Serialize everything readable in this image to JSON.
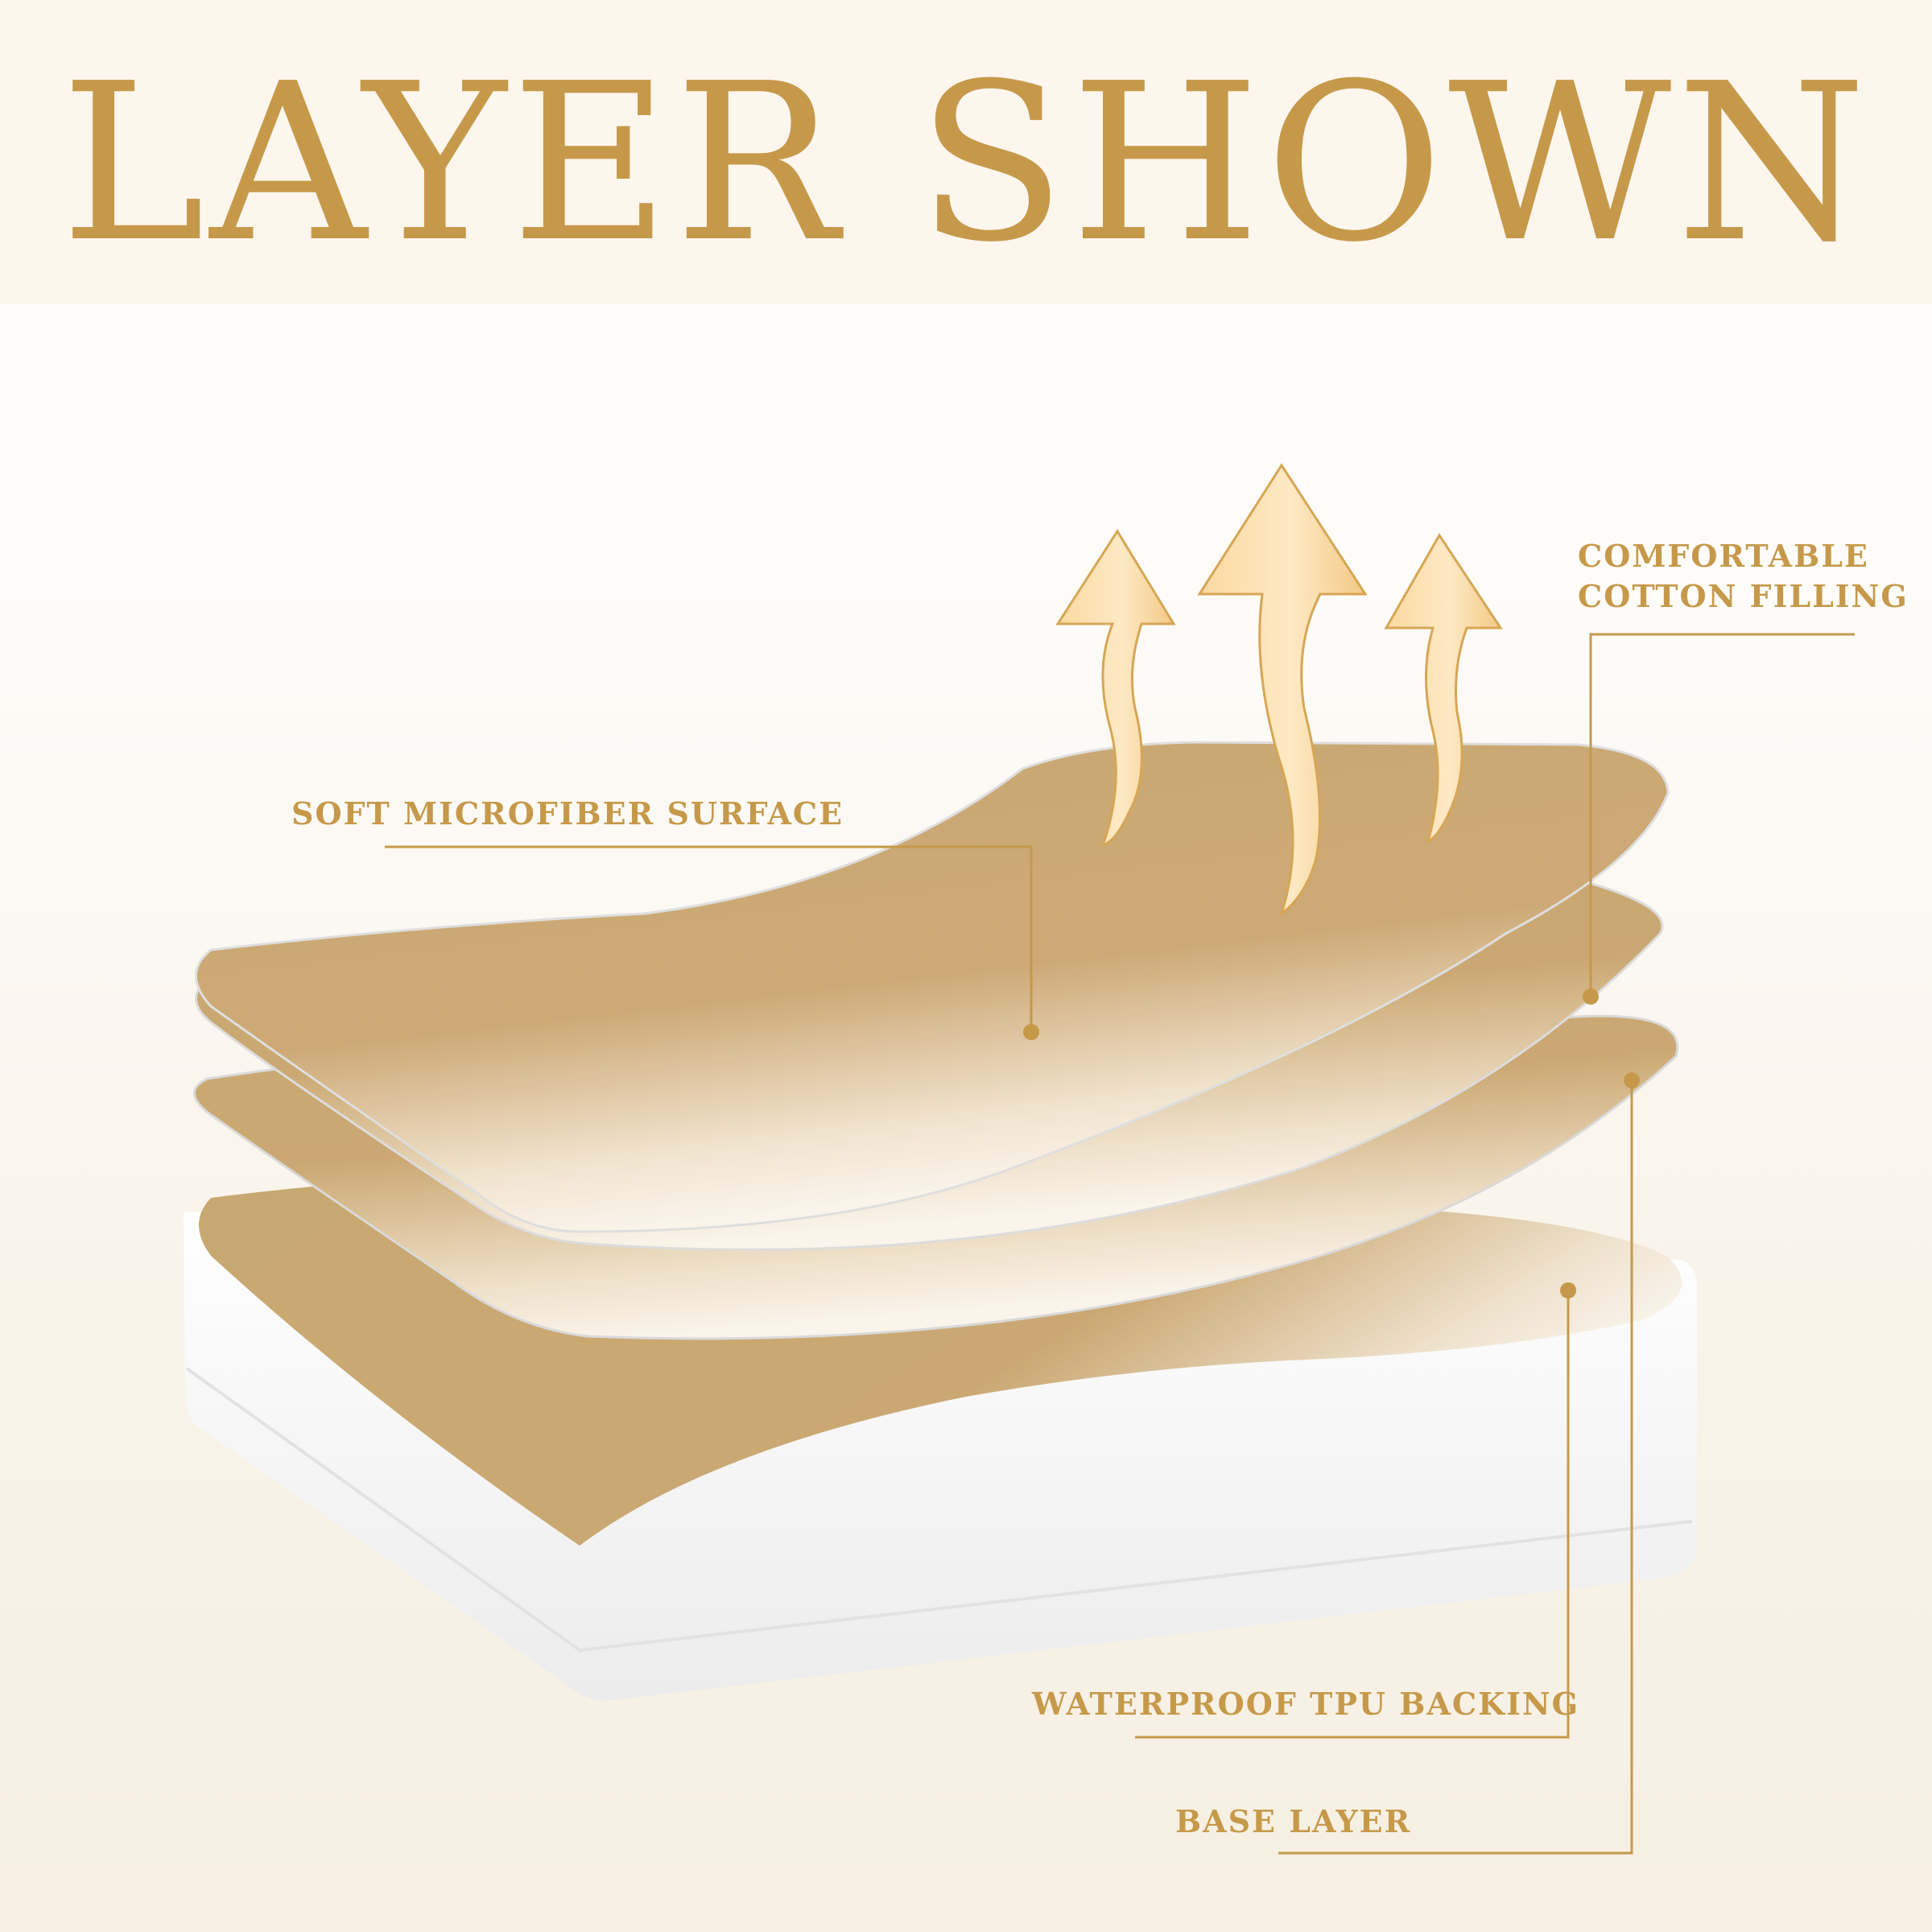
{
  "header": {
    "title": "LAYER SHOWN"
  },
  "labels": {
    "comfortable_line1": "COMFORTABLE",
    "comfortable_line2": "COTTON FILLING",
    "soft_surface": "SOFT MICROFIBER SURFACE",
    "waterproof": "WATERPROOF TPU BACKING",
    "base": "BASE LAYER"
  },
  "colors": {
    "accent_gold": "#c6994a",
    "layer_tan": "#c8a871",
    "header_bg": "#fcf6ed",
    "arrow_light": "#fbe2b3",
    "arrow_dark": "#d6a655",
    "base_white": "#f4f4f4"
  },
  "icons": [
    "breathable-arrow-icon",
    "leader-dot-icon"
  ]
}
